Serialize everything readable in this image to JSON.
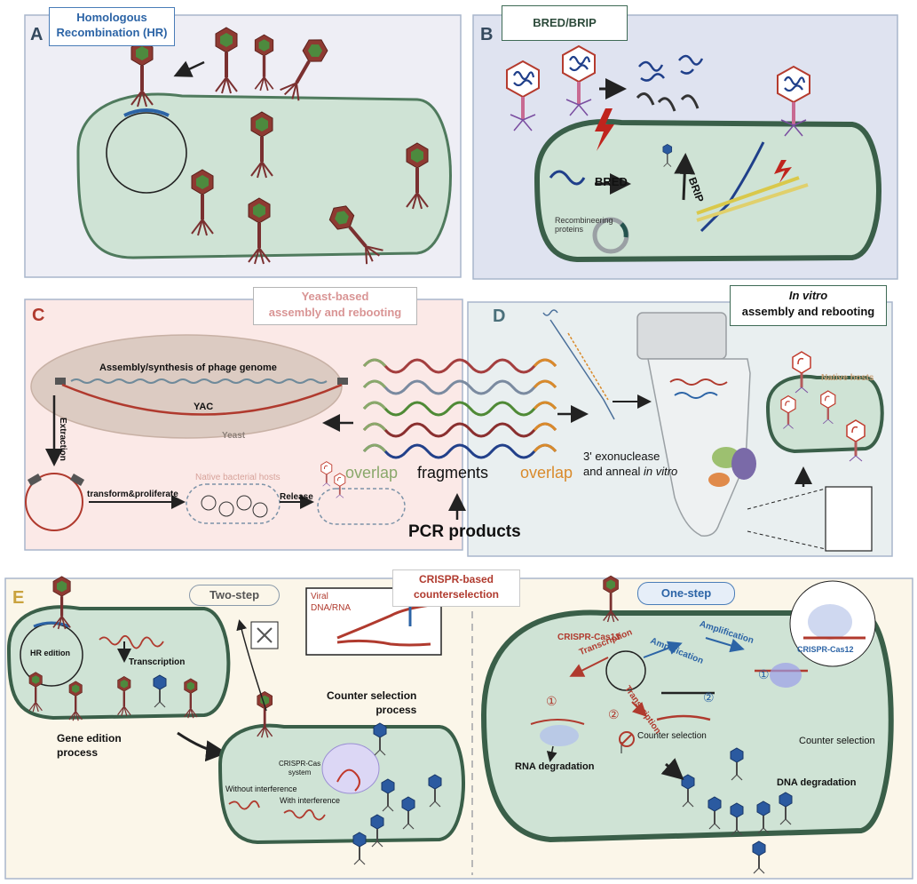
{
  "panels": {
    "a": {
      "letter": "A",
      "title": "Homologous\nRecombination (HR)"
    },
    "b": {
      "letter": "B",
      "title": "BRED/BRIP",
      "bred": "BRED",
      "brip": "BRIP",
      "recombineering": "Recombineering\nproteins"
    },
    "c": {
      "letter": "C",
      "title": "Yeast-based\nassembly and rebooting",
      "assembly": "Assembly/synthesis of phage genome",
      "yac": "YAC",
      "yeast": "Yeast",
      "extraction": "Extraction",
      "transform": "transform&proliferate",
      "native": "Native bacterial hosts",
      "release": "Release"
    },
    "center": {
      "overlap_left": "overlap",
      "fragments": "fragments",
      "overlap_right": "overlap",
      "pcr": "PCR products"
    },
    "d": {
      "letter": "D",
      "title_italic": "In vitro",
      "title_rest": "assembly and rebooting",
      "exonuclease_1": "3' exonuclease",
      "exonuclease_2": "and anneal",
      "exonuclease_italic": "in vitro",
      "native_hosts": "Native hosts"
    },
    "e": {
      "letter": "E",
      "title": "CRISPR-based\ncounterselection",
      "two_step": "Two-step",
      "one_step": "One-step",
      "hr_edition": "HR edition",
      "transcription": "Transcription",
      "gene_edition": "Gene edition\nprocess",
      "viral": "Viral\nDNA/RNA",
      "counter_process": "Counter selection\nprocess",
      "crispr_cas": "CRISPR-Cas\nsystem",
      "without": "Without interference",
      "with": "With interference",
      "cas13": "CRISPR-Cas13",
      "cas12": "CRISPR-Cas12",
      "transcription_r1": "Transcription",
      "transcription_r2": "Transcription",
      "amplification_1": "Amplification",
      "amplification_2": "Amplification",
      "num_1": "①",
      "num_2": "②",
      "num_3": "②",
      "num_4": "①",
      "counter_sel_1": "Counter selection",
      "counter_sel_2": "Counter selection",
      "rna_degradation": "RNA degradation",
      "dna_degradation": "DNA degradation"
    }
  },
  "colors": {
    "panel_border": "#9fb3cf",
    "a_bg": "#eeeef5",
    "b_bg": "#dfe3f0",
    "c_bg": "#fbe9e7",
    "d_bg": "#e9eff0",
    "e_bg": "#fbf6e9",
    "cell": "#cfe3d5",
    "cell_edge": "#4f7a5d",
    "phage_head": "#9b2f2f",
    "phage_tail": "#7a3030",
    "blue_text": "#2c64a6",
    "red_text": "#b03a2e",
    "overlap_green": "#8aa86b",
    "overlap_orange": "#d98a2b"
  }
}
